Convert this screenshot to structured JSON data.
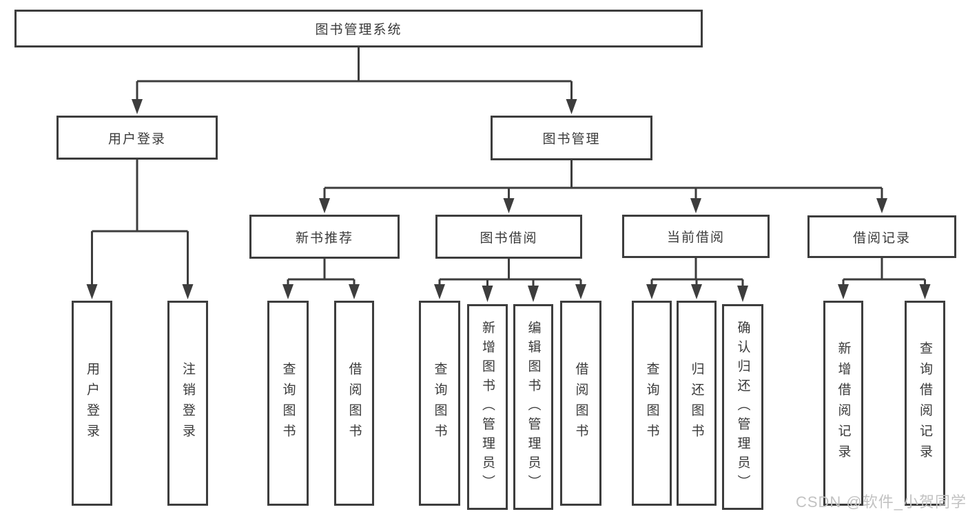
{
  "colors": {
    "line": "#3d3d3d",
    "box_border": "#3d3d3d",
    "text": "#3a3a3a",
    "watermark": "#c2c2c2",
    "background": "#ffffff"
  },
  "nodes": {
    "root": "图书管理系统",
    "user_login": "用户登录",
    "book_management": "图书管理",
    "new_book_recommend": "新书推荐",
    "book_borrowing": "图书借阅",
    "current_borrowing": "当前借阅",
    "borrowing_records": "借阅记录",
    "leaf_user_login": "用户登录",
    "leaf_logout": "注销登录",
    "recommend_query_books": "查询图书",
    "recommend_borrow_books": "借阅图书",
    "borrowing_query_books": "查询图书",
    "borrowing_add_books_admin": "新增图书（管理员）",
    "borrowing_edit_books_admin": "编辑图书（管理员）",
    "borrowing_borrow_books": "借阅图书",
    "current_query_books": "查询图书",
    "current_return_books": "归还图书",
    "current_confirm_return_admin": "确认归还（管理员）",
    "records_add_record": "新增借阅记录",
    "records_query_record": "查询借阅记录"
  },
  "watermark": "CSDN @软件_小贺同学"
}
